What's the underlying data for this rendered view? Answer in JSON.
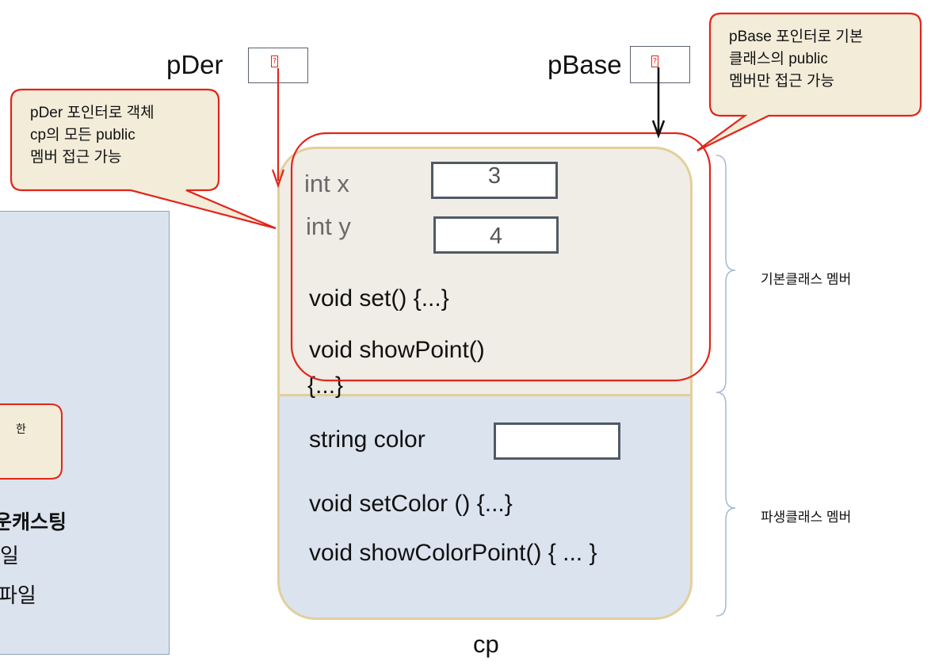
{
  "pointers": {
    "pder_label": "pDer",
    "pbase_label": "pBase",
    "pder_glyph": "?",
    "pbase_glyph": "?"
  },
  "callouts": {
    "pder": "pDer 포인터로 객체\ncp의 모든 public\n멤버 접근 가능",
    "pbase": "pBase 포인터로 기본\n클래스의 public\n멤버만 접근 가능",
    "left_partial": "한"
  },
  "object": {
    "name": "cp",
    "base": {
      "field_x": "int x",
      "value_x": "3",
      "field_y": "int y",
      "value_y": "4",
      "method_set": "void set() {...}",
      "method_showpoint_1": "void showPoint()",
      "method_showpoint_2": "{...}"
    },
    "derived": {
      "field_color": "string color",
      "value_color": "",
      "method_setcolor": "void setColor () {...}",
      "method_showcolorpoint": "void showColorPoint() { ... }"
    }
  },
  "braces": {
    "base_label": "기본클래스 멤버",
    "derived_label": "파생클래스 멤버"
  },
  "left_panel": {
    "line1": "운캐스팅",
    "line2": "일",
    "line3": "파일"
  },
  "colors": {
    "callout_fill": "#f3ecd9",
    "callout_border": "#e0261b",
    "object_border": "#e3cf9c",
    "base_fill": "#efede5",
    "derived_fill": "#dbe3ee",
    "left_panel_fill": "#dbe3ee",
    "brace": "#a9bcd6"
  }
}
